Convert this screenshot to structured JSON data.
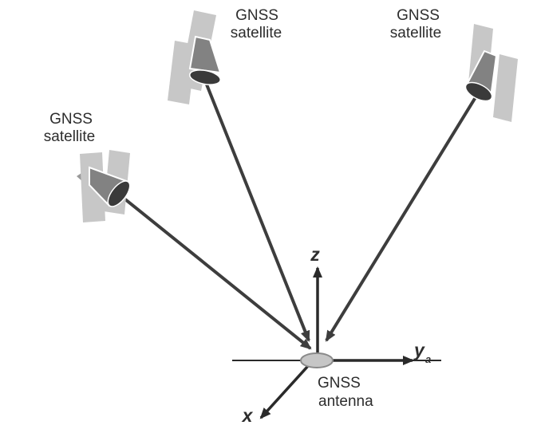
{
  "satellites": [
    {
      "position": "left",
      "label_line1": "GNSS",
      "label_line2": "satellite"
    },
    {
      "position": "top-center",
      "label_line1": "GNSS",
      "label_line2": "satellite"
    },
    {
      "position": "top-right",
      "label_line1": "GNSS",
      "label_line2": "satellite"
    }
  ],
  "antenna": {
    "label_line1": "GNSS",
    "label_line2": "antenna"
  },
  "axes": {
    "z_label": "z",
    "x_label": "x",
    "y_label": "y",
    "y_subscript": "a"
  },
  "colors": {
    "background": "#ffffff",
    "solar_panel": "#c7c7c7",
    "satellite_body": "#828282",
    "satellite_body_tip": "#9a9a9a",
    "satellite_dish": "#3a3a3a",
    "signal_line": "#3d3d3d",
    "axis_line": "#2a2a2a",
    "antenna_fill": "#c6c6c6",
    "antenna_stroke": "#8a8a8a",
    "label_text": "#2d2d2d"
  }
}
